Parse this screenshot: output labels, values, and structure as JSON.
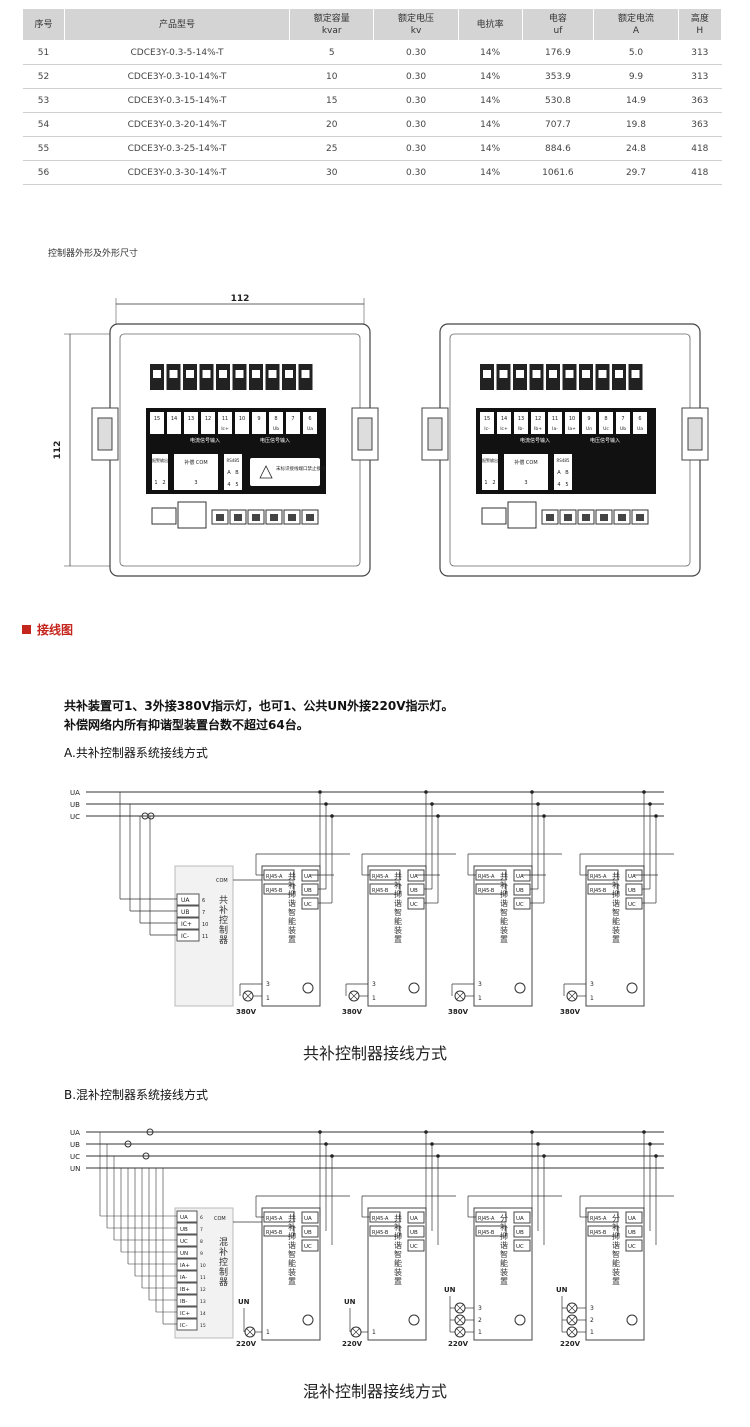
{
  "table": {
    "headers": [
      {
        "top": "序号",
        "bottom": ""
      },
      {
        "top": "产品型号",
        "bottom": ""
      },
      {
        "top": "额定容量",
        "bottom": "kvar"
      },
      {
        "top": "额定电压",
        "bottom": "kv"
      },
      {
        "top": "电抗率",
        "bottom": ""
      },
      {
        "top": "电容",
        "bottom": "uf"
      },
      {
        "top": "额定电流",
        "bottom": "A"
      },
      {
        "top": "高度",
        "bottom": "H"
      }
    ],
    "rows": [
      [
        "51",
        "CDCE3Y-0.3-5-14%-T",
        "5",
        "0.30",
        "14%",
        "176.9",
        "5.0",
        "313"
      ],
      [
        "52",
        "CDCE3Y-0.3-10-14%-T",
        "10",
        "0.30",
        "14%",
        "353.9",
        "9.9",
        "313"
      ],
      [
        "53",
        "CDCE3Y-0.3-15-14%-T",
        "15",
        "0.30",
        "14%",
        "530.8",
        "14.9",
        "363"
      ],
      [
        "54",
        "CDCE3Y-0.3-20-14%-T",
        "20",
        "0.30",
        "14%",
        "707.7",
        "19.8",
        "363"
      ],
      [
        "55",
        "CDCE3Y-0.3-25-14%-T",
        "25",
        "0.30",
        "14%",
        "884.6",
        "24.8",
        "418"
      ],
      [
        "56",
        "CDCE3Y-0.3-30-14%-T",
        "30",
        "0.30",
        "14%",
        "1061.6",
        "29.7",
        "418"
      ]
    ]
  },
  "controller_caption": "控制器外形及外形尺寸",
  "dims": {
    "width": "112",
    "height": "112"
  },
  "panel": {
    "terminal_numbers": [
      "15",
      "14",
      "13",
      "12",
      "11",
      "10",
      "9",
      "8",
      "7",
      "6"
    ],
    "current_input_label": "电流信号输入",
    "voltage_input_label": "电压信号输入",
    "alarm_label": "报警输出",
    "com_label": "补偿 COM",
    "rs485_label": "RS485",
    "warning_text": "末标识接线端口禁止接线",
    "left_terminal_labels": [
      "",
      "",
      "",
      "",
      "Ic+",
      "",
      "",
      "Ub",
      "",
      "Ua"
    ],
    "right_terminal_labels": [
      "Ic-",
      "Ic+",
      "Ib-",
      "Ib+",
      "Ia-",
      "Ia+",
      "Un",
      "Uc",
      "Ub",
      "Ua"
    ],
    "bottom_numbers": [
      "1",
      "2",
      "3",
      "A",
      "B",
      "4",
      "5"
    ]
  },
  "wiring_section_title": "接线图",
  "notes": [
    "共补装置可1、3外接380V指示灯，也可1、公共UN外接220V指示灯。",
    "补偿网络内所有抑谐型装置台数不超过64台。"
  ],
  "diagram_a": {
    "title": "A.共补控制器系统接线方式",
    "lines": [
      "UA",
      "UB",
      "UC"
    ],
    "controller_terms": [
      {
        "label": "UA",
        "num": "6"
      },
      {
        "label": "UB",
        "num": "7"
      },
      {
        "label": "IC+",
        "num": "10"
      },
      {
        "label": "IC-",
        "num": "11"
      }
    ],
    "controller_name": "共补控制器",
    "com_label": "COM",
    "rj45_a": "RJ45-A",
    "rj45_b": "RJ45-B",
    "device_terms": [
      "UA",
      "UB",
      "UC"
    ],
    "device_name": "共补抑谐智能装置",
    "lamp_voltage": "380V",
    "num_3": "3",
    "num_1": "1",
    "caption": "共补控制器接线方式"
  },
  "diagram_b": {
    "title": "B.混补控制器系统接线方式",
    "lines": [
      "UA",
      "UB",
      "UC",
      "UN"
    ],
    "controller_terms": [
      {
        "label": "UA",
        "num": "6"
      },
      {
        "label": "UB",
        "num": "7"
      },
      {
        "label": "UC",
        "num": "8"
      },
      {
        "label": "UN",
        "num": "9"
      },
      {
        "label": "IA+",
        "num": "10"
      },
      {
        "label": "IA-",
        "num": "11"
      },
      {
        "label": "IB+",
        "num": "12"
      },
      {
        "label": "IB-",
        "num": "13"
      },
      {
        "label": "IC+",
        "num": "14"
      },
      {
        "label": "IC-",
        "num": "15"
      }
    ],
    "controller_name": "混补控制器",
    "com_label": "COM",
    "rj45_a": "RJ45-A",
    "rj45_b": "RJ45-B",
    "device_terms": [
      "UA",
      "UB",
      "UC"
    ],
    "device_name_common": "共补抑谐智能装置",
    "device_name_split": "分补抑谐智能装置",
    "un_label": "UN",
    "lamp_voltage": "220V",
    "num_3": "3",
    "num_2": "2",
    "num_1": "1",
    "caption": "混补控制器接线方式"
  }
}
